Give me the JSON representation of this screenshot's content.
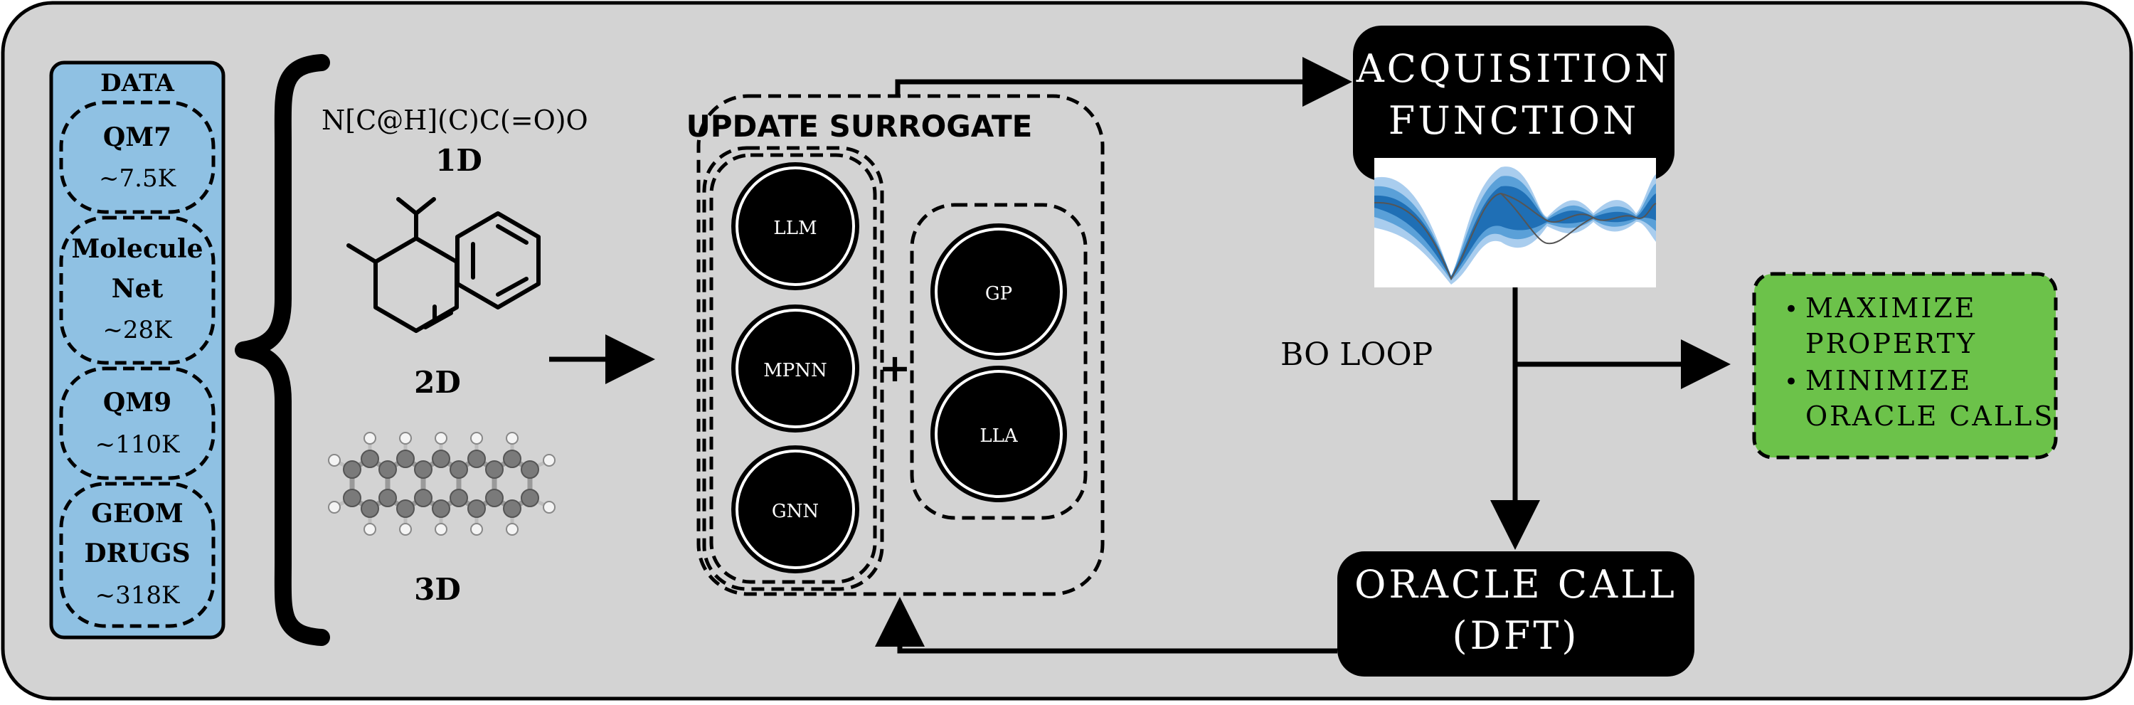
{
  "colors": {
    "panel_bg": "#d3d3d3",
    "data_box_bg": "#8fc1e3",
    "goal_box_bg": "#6cc24a",
    "node_fill": "#000000",
    "plot_blue_dark": "#1f6fb5",
    "plot_blue_mid": "#5aa0d8",
    "plot_blue_light": "#a9cdee"
  },
  "data_panel": {
    "title": "DATA",
    "datasets": [
      {
        "name": "QM7",
        "size": "~7.5K"
      },
      {
        "name_line1": "Molecule",
        "name_line2": "Net",
        "size": "~28K"
      },
      {
        "name": "QM9",
        "size": "~110K"
      },
      {
        "name_line1": "GEOM",
        "name_line2": "DRUGS",
        "size": "~318K"
      }
    ]
  },
  "representations": {
    "smiles": "N[C@H](C)C(=O)O",
    "label_1d": "1D",
    "label_2d": "2D",
    "label_3d": "3D",
    "icons": [
      "2d-molecule-structure-icon",
      "3d-ball-and-stick-molecule-icon"
    ]
  },
  "surrogate": {
    "title": "UPDATE SURROGATE",
    "feature_models": [
      "LLM",
      "MPNN",
      "GNN"
    ],
    "plus": "+",
    "heads": [
      "GP",
      "LLA"
    ]
  },
  "acquisition": {
    "line1": "ACQUISITION",
    "line2": "FUNCTION",
    "plot_icon": "gaussian-process-uncertainty-plot"
  },
  "loop_label": "BO LOOP",
  "oracle": {
    "line1": "ORACLE CALL",
    "line2": "(DFT)"
  },
  "goals": {
    "bullet": "•",
    "item1_line1": "MAXIMIZE",
    "item1_line2": "PROPERTY",
    "item2_line1": "MINIMIZE",
    "item2_line2": "ORACLE CALLS"
  }
}
